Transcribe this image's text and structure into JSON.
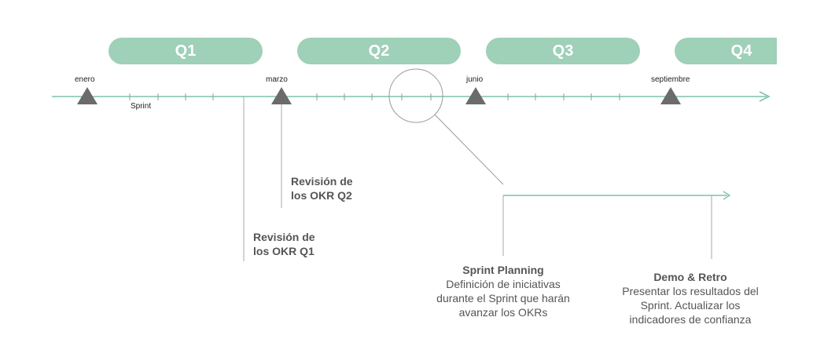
{
  "quarters": [
    {
      "label": "Q1"
    },
    {
      "label": "Q2"
    },
    {
      "label": "Q3"
    },
    {
      "label": "Q4"
    }
  ],
  "months": [
    "enero",
    "marzo",
    "junio",
    "septiembre"
  ],
  "sprint_label": "Sprint",
  "colors": {
    "pill": "#9fd0b8",
    "axis": "#7fc3a8",
    "marker": "#6b6b6b",
    "connector": "#aaaaaa",
    "text": "#555555"
  },
  "annotations": {
    "okr_q2": {
      "line1": "Revisión de",
      "line2": "los OKR Q2"
    },
    "okr_q1": {
      "line1": "Revisión de",
      "line2": "los OKR Q1"
    },
    "sprint_planning": {
      "title": "Sprint Planning",
      "lines": [
        "Definición de iniciativas",
        "durante el Sprint que harán",
        "avanzar los OKRs"
      ]
    },
    "demo_retro": {
      "title": "Demo & Retro",
      "lines": [
        "Presentar los resultados del",
        "Sprint. Actualizar los",
        "indicadores de confianza"
      ]
    }
  }
}
